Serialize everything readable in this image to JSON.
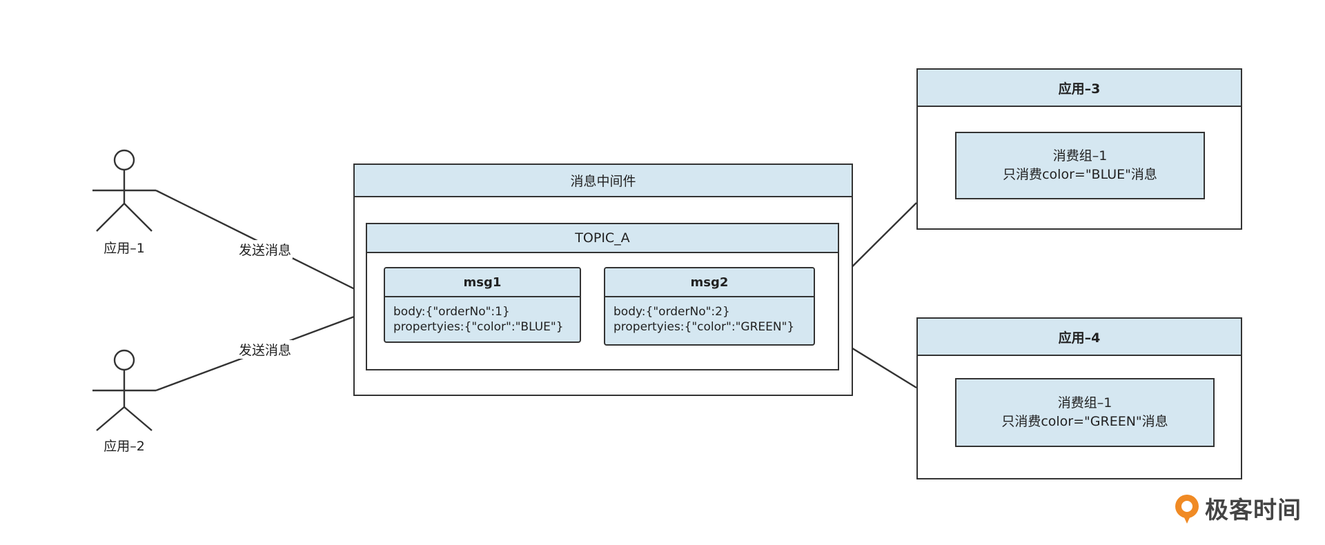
{
  "actors": {
    "app1": "应用–1",
    "app2": "应用–2"
  },
  "edges": {
    "send1": "发送消息",
    "send2": "发送消息"
  },
  "middleware": {
    "title": "消息中间件",
    "topic": {
      "title": "TOPIC_A",
      "messages": [
        {
          "title": "msg1",
          "body": "body:{\"orderNo\":1}",
          "properties": "propertyies:{\"color\":\"BLUE\"}"
        },
        {
          "title": "msg2",
          "body": "body:{\"orderNo\":2}",
          "properties": "propertyies:{\"color\":\"GREEN\"}"
        }
      ]
    }
  },
  "consumers": [
    {
      "title": "应用–3",
      "group": "消费组–1",
      "filter": "只消费color=\"BLUE\"消息"
    },
    {
      "title": "应用–4",
      "group": "消费组–1",
      "filter": "只消费color=\"GREEN\"消息"
    }
  ],
  "logo": {
    "text": "极客时间"
  },
  "colors": {
    "box_fill": "#d5e7f1",
    "stroke": "#333333",
    "logo_orange": "#f08a24"
  }
}
